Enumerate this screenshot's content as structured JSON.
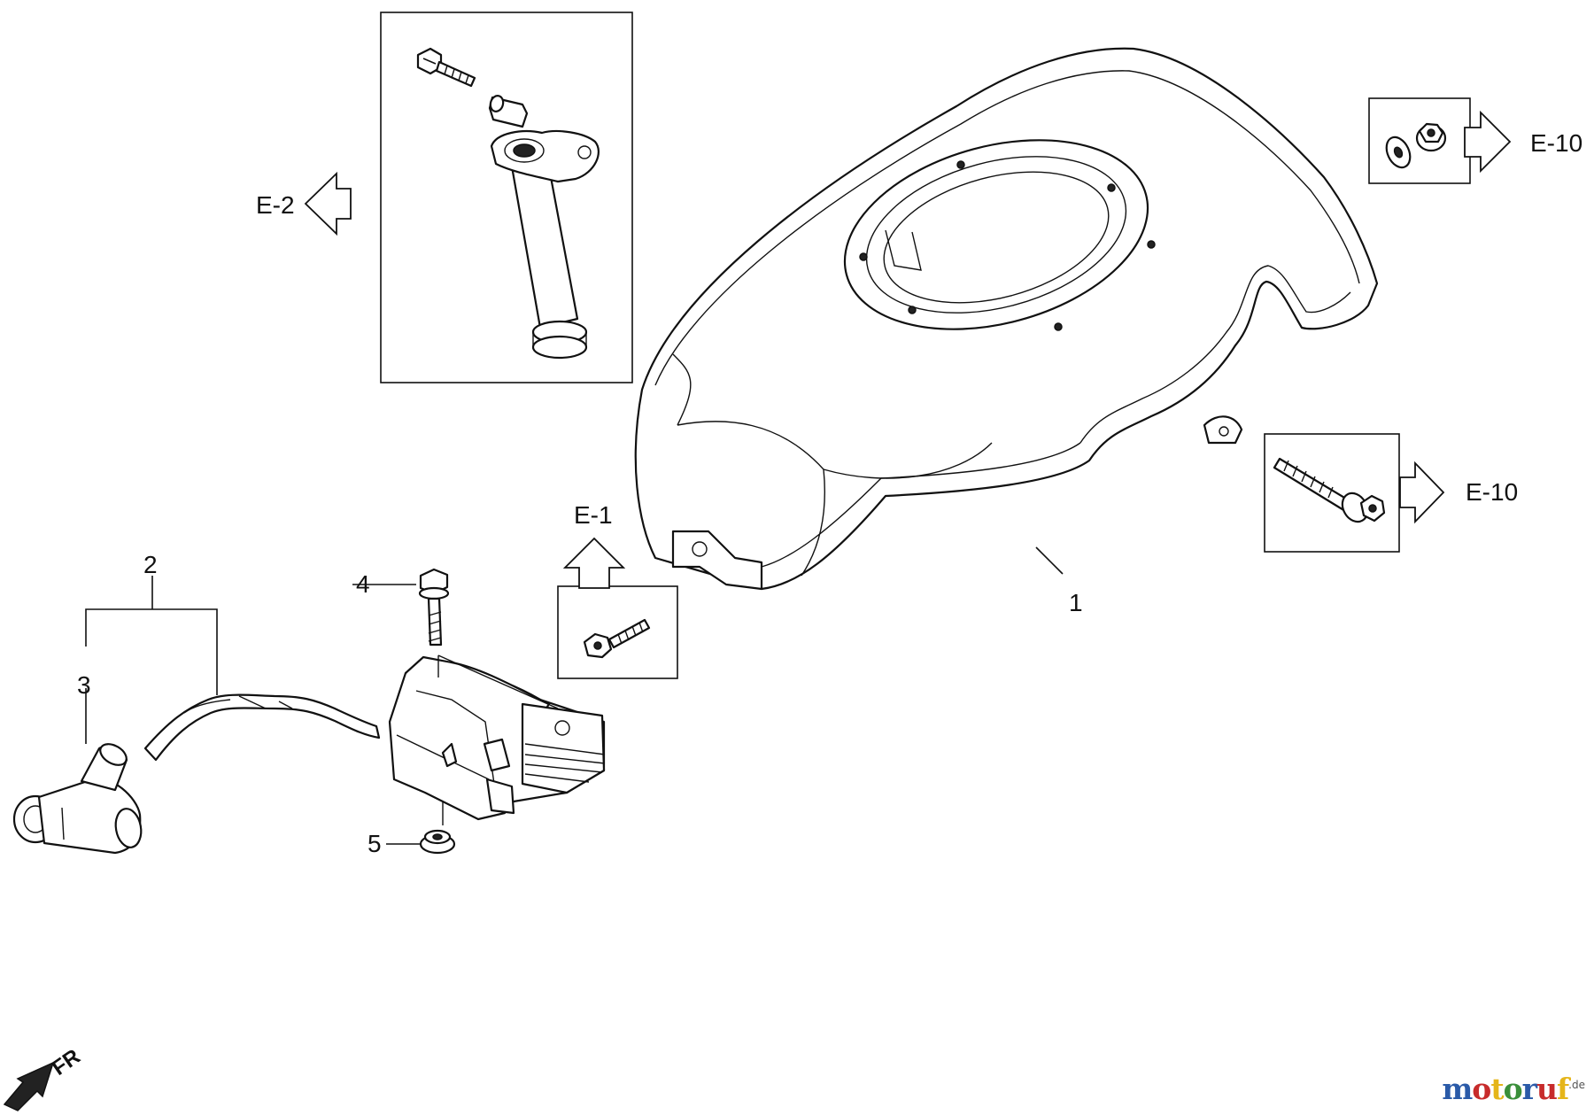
{
  "diagram": {
    "part_labels": [
      "1",
      "2",
      "3",
      "4",
      "5"
    ],
    "references": {
      "fuel_filler_box": "E-2",
      "fan_cover_bolt_box": "E-1",
      "nut_washer_box": "E-10",
      "tapping_screw_box": "E-10"
    },
    "direction_marker": "FR"
  },
  "logo": {
    "letters": [
      "m",
      "o",
      "t",
      "o",
      "r",
      "u",
      "f"
    ],
    "colors": [
      "#2a5aa8",
      "#c72b2b",
      "#e5b51a",
      "#3a8f3a",
      "#2a5aa8",
      "#c72b2b",
      "#e5b51a"
    ],
    "suffix": ".de"
  }
}
